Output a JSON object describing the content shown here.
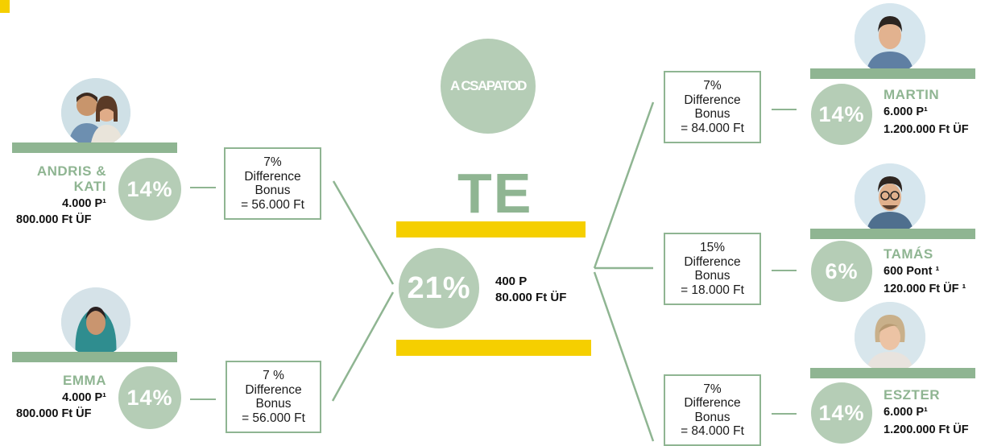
{
  "team_label": "A CSAPATOD",
  "center": {
    "title": "TE",
    "percent": "21%",
    "points": "400 P",
    "amount": "80.000 Ft ÜF"
  },
  "left": [
    {
      "name_line1": "ANDRIS &",
      "name_line2": "KATI",
      "points": "4.000 P¹",
      "amount": "800.000 Ft ÜF",
      "percent": "14%",
      "box": {
        "rate": "7%",
        "l1": "Difference",
        "l2": "Bonus",
        "value": "= 56.000 Ft"
      }
    },
    {
      "name_line1": "EMMA",
      "points": "4.000 P¹",
      "amount": "800.000 Ft ÜF",
      "percent": "14%",
      "box": {
        "rate": "7 %",
        "l1": "Difference",
        "l2": "Bonus",
        "value": "= 56.000 Ft"
      }
    }
  ],
  "right": [
    {
      "name": "MARTIN",
      "points": "6.000 P¹",
      "amount": "1.200.000 Ft ÜF",
      "percent": "14%",
      "box": {
        "rate": "7%",
        "l1": "Difference",
        "l2": "Bonus",
        "value": "= 84.000 Ft"
      }
    },
    {
      "name": "TAMÁS",
      "points": "600 Pont ¹",
      "amount": "120.000 Ft ÜF ¹",
      "percent": "6%",
      "box": {
        "rate": "15%",
        "l1": "Difference",
        "l2": "Bonus",
        "value": "= 18.000 Ft"
      }
    },
    {
      "name": "ESZTER",
      "points": "6.000 P¹",
      "amount": "1.200.000 Ft ÜF",
      "percent": "14%",
      "box": {
        "rate": "7%",
        "l1": "Difference",
        "l2": "Bonus",
        "value": "= 84.000 Ft"
      }
    }
  ],
  "colors": {
    "green": "#8fb592",
    "light_green": "#b5cdb6",
    "yellow": "#f5cf00"
  }
}
